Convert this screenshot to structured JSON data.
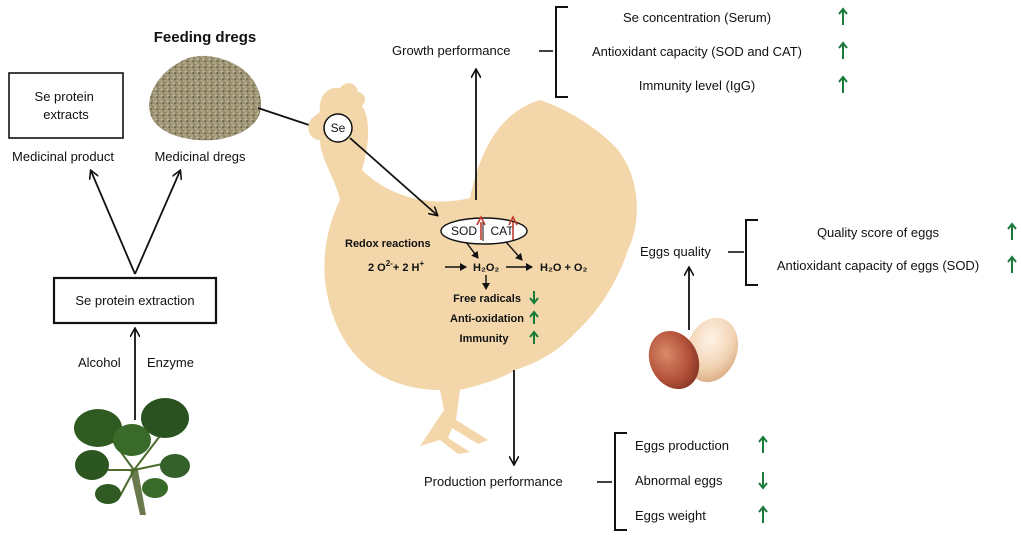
{
  "colors": {
    "hen_body": "#f3d7aa",
    "feed_title": "#8c4a2f",
    "up_arrow": "#1a7a3a",
    "down_arrow": "#1a7a3a",
    "red_arrow": "#c0392b",
    "leaf": "#2f5a22"
  },
  "left": {
    "extracts_box": "Se protein extracts",
    "medicinal_product": "Medicinal product",
    "medicinal_dregs": "Medicinal dregs",
    "extraction_box": "Se protein extraction",
    "alcohol": "Alcohol",
    "enzyme": "Enzyme",
    "feeding_dregs": "Feeding dregs"
  },
  "hen": {
    "se_label": "Se",
    "sod": "SOD",
    "cat": "CAT",
    "redox": "Redox reactions",
    "eq_left_a": "2 O",
    "eq_left_sup_a": "2-",
    "eq_left_b": "+ 2 H",
    "eq_left_sup_b": "+",
    "h2o2": "H₂O₂",
    "products": "H₂O + O₂",
    "free_radicals": "Free radicals",
    "anti_oxidation": "Anti-oxidation",
    "immunity": "Immunity"
  },
  "growth": {
    "title": "Growth performance",
    "items": [
      {
        "label": "Se concentration (Serum)",
        "dir": "up"
      },
      {
        "label": "Antioxidant capacity (SOD and CAT)",
        "dir": "up"
      },
      {
        "label": "Immunity level (IgG)",
        "dir": "up"
      }
    ]
  },
  "eggs_quality": {
    "title": "Eggs quality",
    "items": [
      {
        "label": "Quality score of eggs",
        "dir": "up"
      },
      {
        "label": "Antioxidant capacity of eggs (SOD)",
        "dir": "up"
      }
    ]
  },
  "production": {
    "title": "Production performance",
    "items": [
      {
        "label": "Eggs production",
        "dir": "up"
      },
      {
        "label": "Abnormal eggs",
        "dir": "down"
      },
      {
        "label": "Eggs weight",
        "dir": "up"
      }
    ]
  }
}
